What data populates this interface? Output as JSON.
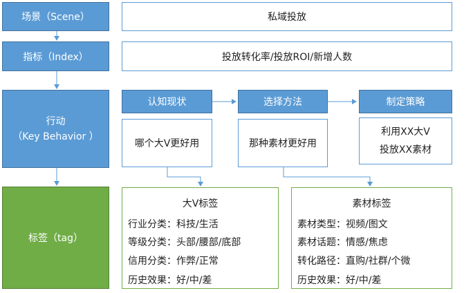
{
  "left": {
    "scene": "场景（Scene）",
    "index": "指标（Index）",
    "action_line1": "行动",
    "action_line2": "（Key Behavior ）",
    "tag": "标签（tag）"
  },
  "scene_value": "私域投放",
  "index_value": "投放转化率/投放ROI/新增人数",
  "steps": [
    {
      "title": "认知现状",
      "body": [
        "哪个大V更好用"
      ]
    },
    {
      "title": "选择方法",
      "body": [
        "那种素材更好用"
      ]
    },
    {
      "title": "制定策略",
      "body": [
        "利用XX大V",
        "投放XX素材"
      ]
    }
  ],
  "tag_panels": [
    {
      "title": "大V标签",
      "rows": [
        "行业分类：科技/生活",
        "等级分类：头部/腰部/底部",
        "信用分类：作弊/正常",
        "历史效果：好/中/差"
      ]
    },
    {
      "title": "素材标签",
      "rows": [
        "素材类型：视频/图文",
        "素材话题：情感/焦虑",
        "转化路径：直购/社群/个微",
        "历史效果：好/中/差"
      ]
    }
  ],
  "colors": {
    "blue": "#5b9bd5",
    "green": "#70ad47",
    "line": "#5b9bd5"
  }
}
